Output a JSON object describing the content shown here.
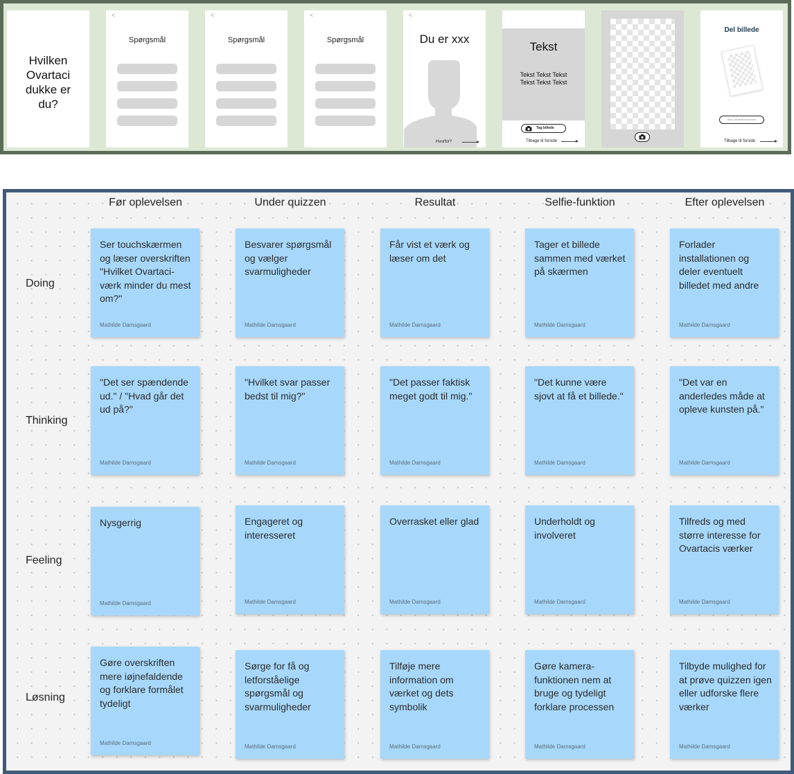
{
  "wireframes": {
    "intro_title": "Hvilken Ovartaci dukke er du?",
    "back_glyph": "<",
    "question_title": "Spørgsmål",
    "result_title": "Du er xxx",
    "why_label": "Hvorfor?",
    "text_title": "Tekst",
    "text_body": "Tekst Tekst Tekst Tekst Tekst Tekst",
    "take_photo_label": "Tag billede",
    "back_home_label": "Tilbage til forside",
    "share_title": "Del billede",
    "phone_placeholder": "Skriv dit telefonnummer",
    "camera_icon": "camera-icon"
  },
  "journey": {
    "stages": [
      "Før oplevelsen",
      "Under quizzen",
      "Resultat",
      "Selfie-funktion",
      "Efter oplevelsen"
    ],
    "rows": [
      {
        "label": "Doing",
        "notes": [
          "Ser touchskærmen og læser overskriften \"Hvilket Ovartaci-værk minder du mest om?\"",
          "Besvarer spørgsmål og vælger svarmuligheder",
          "Får vist et værk og læser om det",
          "Tager et billede sammen med værket på skærmen",
          "Forlader installationen og deler eventuelt billedet med andre"
        ]
      },
      {
        "label": "Thinking",
        "notes": [
          "\"Det ser spændende ud.\" / \"Hvad går det ud på?\"",
          "\"Hvilket svar passer bedst til mig?\"",
          "\"Det passer faktisk meget godt til mig.\"",
          "\"Det kunne være sjovt at få et billede.\"",
          "\"Det var en anderledes måde at opleve kunsten på.\""
        ]
      },
      {
        "label": "Feeling",
        "notes": [
          "Nysgerrig",
          "Engageret og interesseret",
          "Overrasket eller glad",
          "Underholdt og involveret",
          "Tilfreds og med større interesse for Ovartacis værker"
        ]
      },
      {
        "label": "Løsning",
        "notes": [
          "Gøre overskriften mere iøjnefaldende og forklare formålet tydeligt",
          "Sørge for få og letforståelige spørgsmål og svarmuligheder",
          "Tilføje mere information om værket og dets symbolik",
          "Gøre kamera-funktionen nem at bruge og tydeligt forklare processen",
          "Tilbyde mulighed for at prøve quizzen igen eller udforske flere værker"
        ]
      }
    ],
    "author": "Mathilde Damsgaard"
  },
  "colors": {
    "strip_bg": "#dce8d4",
    "strip_border": "#5c6b58",
    "board_border": "#3f5b78",
    "note_bg": "#a7d8fb"
  }
}
